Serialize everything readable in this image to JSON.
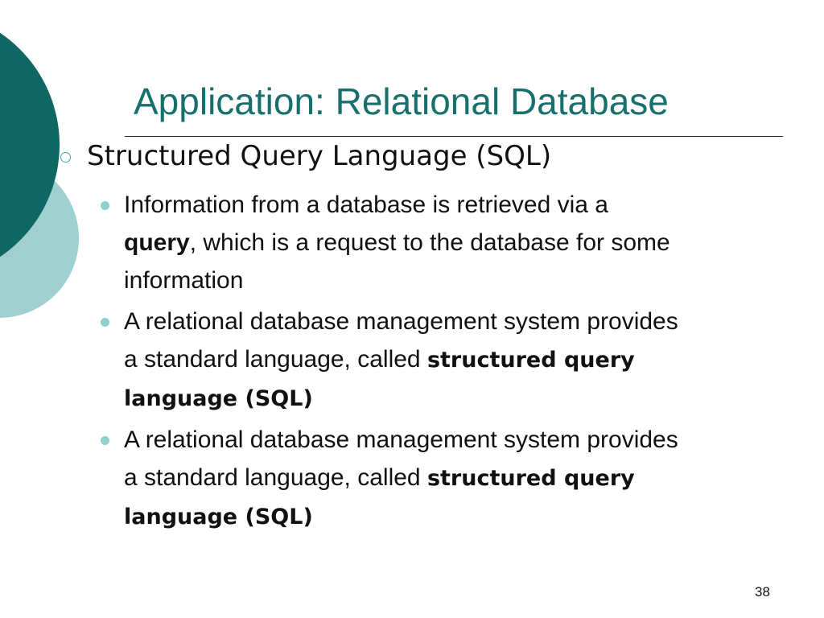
{
  "slide": {
    "title": "Application: Relational Database",
    "level1": {
      "text": "Structured Query Language (SQL)"
    },
    "bullets": [
      {
        "line1": "Information from a database is retrieved via a",
        "line2_bold": "query",
        "line2_rest": ", which is a request to the database for some",
        "line3": "information"
      },
      {
        "line1": "A relational database management system provides",
        "line2_plain": "a standard language, called ",
        "line2_bold": "structured query",
        "line3_bold": "language (SQL)"
      },
      {
        "line1": "A relational database management system provides",
        "line2_plain": "a standard language, called ",
        "line2_bold": "structured query",
        "line3_bold": "language (SQL)"
      }
    ],
    "page_number": "38"
  },
  "colors": {
    "dark_teal": "#0e6763",
    "light_teal": "#9fcfcf",
    "title_teal": "#17706c",
    "bullet_teal": "#8ecfcf"
  }
}
